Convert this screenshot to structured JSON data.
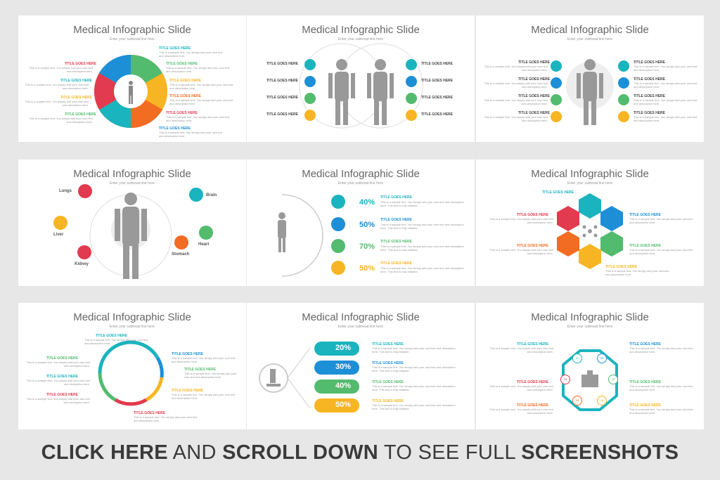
{
  "slide_title": "Medical Infographic Slide",
  "slide_subtitle": "Enter your subhead line here",
  "title_goes_here": "TITLE GOES HERE",
  "sample_short": "This is a sample text.",
  "sample_long": "This is a sample text. You simply add your own text and description here.",
  "sample_edit": "This is a sample text. You simply add your own text and description here. This text is fully editable.",
  "organs": {
    "lungs": "Lungs",
    "brain": "Brain",
    "liver": "Liver",
    "heart": "Heart",
    "kidney": "Kidney",
    "stomach": "Stomach"
  },
  "percents_a": [
    "40%",
    "50%",
    "70%",
    "50%"
  ],
  "percents_b": [
    "20%",
    "30%",
    "40%",
    "50%"
  ],
  "steps": [
    "01",
    "02",
    "03",
    "04",
    "05",
    "06"
  ],
  "footer": {
    "p1": "CLICK HERE",
    "p2": " AND ",
    "p3": "SCROLL DOWN",
    "p4": " TO SEE FULL ",
    "p5": "SCREENSHOTS"
  },
  "colors": {
    "teal": "#1ab4be",
    "blue": "#1d8fd6",
    "green": "#52bb6e",
    "yellow": "#f7b523",
    "orange": "#f26c22",
    "red": "#e23a4e",
    "gray": "#9a9a9a"
  }
}
